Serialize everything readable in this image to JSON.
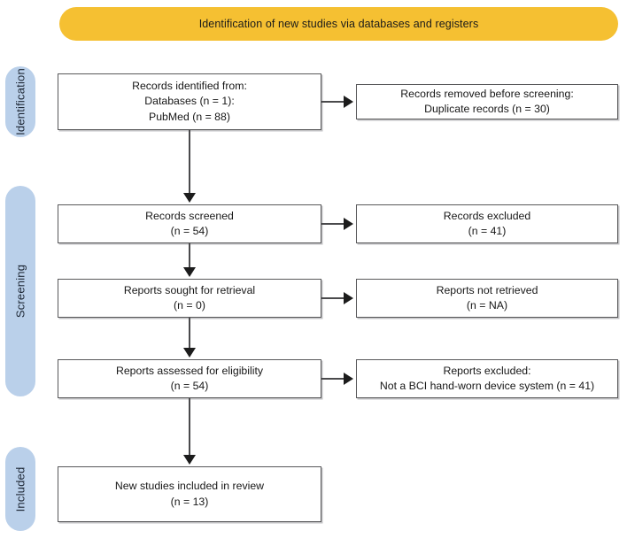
{
  "banner": {
    "title": "Identification of new studies via databases and registers"
  },
  "stages": [
    {
      "id": "identification",
      "label": "Identification"
    },
    {
      "id": "screening",
      "label": "Screening"
    },
    {
      "id": "included",
      "label": "Included"
    }
  ],
  "boxes": {
    "identified": {
      "line1": "Records identified from:",
      "line2": "Databases (n = 1):",
      "line3": "PubMed (n =  88)"
    },
    "removed": {
      "line1": "Records removed before screening:",
      "line2": "Duplicate records (n = 30)"
    },
    "screened": {
      "line1": "Records screened",
      "line2": "(n = 54)"
    },
    "excluded": {
      "line1": "Records excluded",
      "line2": "(n = 41)"
    },
    "sought": {
      "line1": "Reports sought for retrieval",
      "line2": "(n = 0)"
    },
    "not_retrieved": {
      "line1": "Reports not retrieved",
      "line2": "(n = NA)"
    },
    "assessed": {
      "line1": "Reports assessed for eligibility",
      "line2": "(n = 54)"
    },
    "reports_excluded": {
      "line1": "Reports excluded:",
      "line2": "Not a BCI hand-worn device system (n =  41)"
    },
    "included": {
      "line1": "New studies included in review",
      "line2": "(n = 13)"
    }
  },
  "colors": {
    "banner": "#f5c032",
    "stage_pill": "#bad0ea",
    "box_border": "#58585a",
    "connector": "#4a4a4c"
  }
}
